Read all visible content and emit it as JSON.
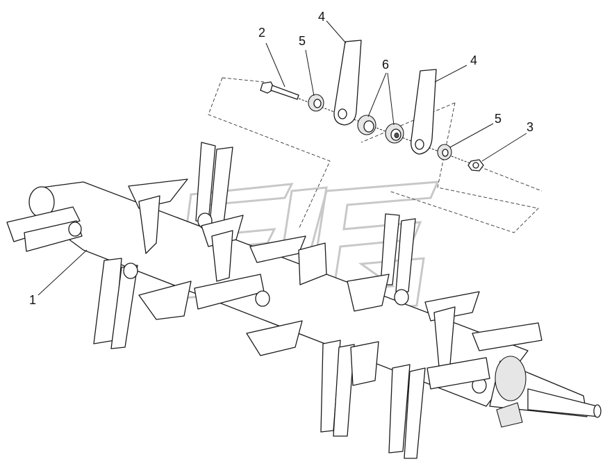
{
  "diagram": {
    "type": "exploded-assembly-drawing",
    "callouts": [
      {
        "id": "c1",
        "text": "1"
      },
      {
        "id": "c2",
        "text": "2"
      },
      {
        "id": "c5a",
        "text": "5"
      },
      {
        "id": "c4a",
        "text": "4"
      },
      {
        "id": "c6",
        "text": "6"
      },
      {
        "id": "c4b",
        "text": "4"
      },
      {
        "id": "c5b",
        "text": "5"
      },
      {
        "id": "c3",
        "text": "3"
      }
    ],
    "colors": {
      "line": "#1a1a1a",
      "shade": "#e6e6e6",
      "watermark": "#c8c8c8",
      "background": "#ffffff"
    }
  }
}
